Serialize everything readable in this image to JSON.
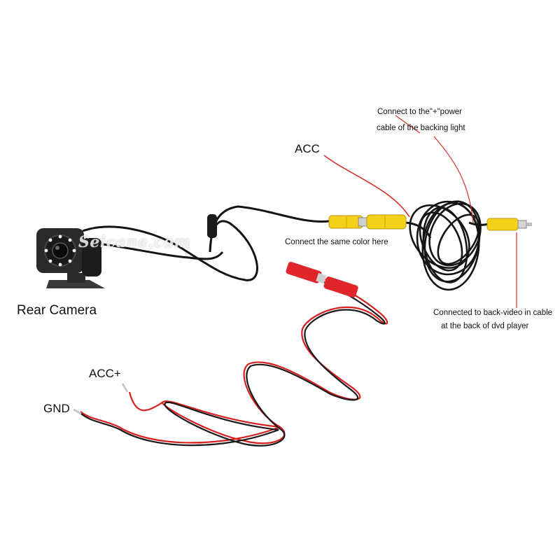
{
  "labels": {
    "rear_camera": "Rear Camera",
    "acc_top": "ACC",
    "power_line1": "Connect to the\"+\"power",
    "power_line2": "cable of the backing light",
    "same_color": "Connect the same color here",
    "back_video_line1": "Connected to back-video in cable",
    "back_video_line2": "at the back of dvd player",
    "acc_plus": "ACC+",
    "gnd": "GND"
  },
  "watermark": "Seicane.com",
  "icons": {
    "camera": "rear-camera-icon",
    "rca_plug": "rca-plug-icon",
    "cable_coil": "cable-coil-icon"
  },
  "colors": {
    "cable_black": "#141414",
    "wire_red": "#d81f1f",
    "connector_yellow": "#f4d21c",
    "connector_red": "#e0262b",
    "callout_line": "#d8322e"
  }
}
